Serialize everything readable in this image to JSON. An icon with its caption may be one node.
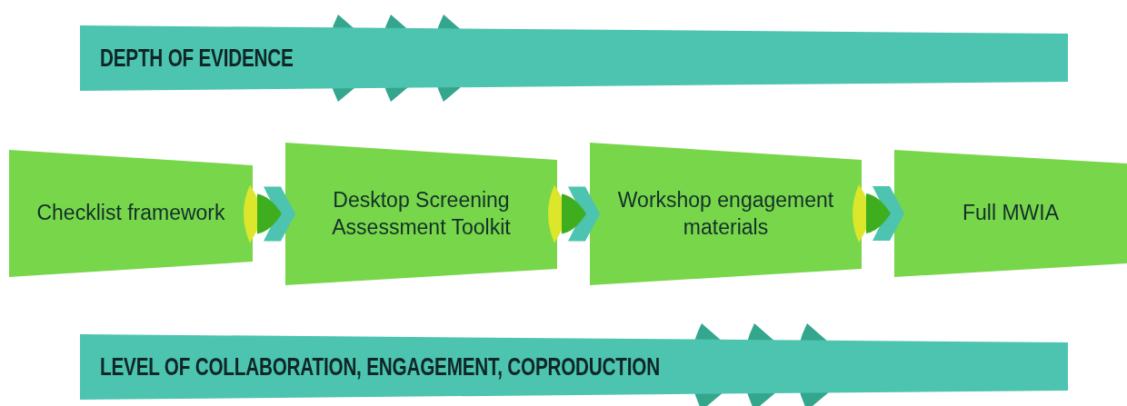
{
  "diagram": {
    "nodes": [
      {
        "text": [
          "DEPTH OF EVIDENCE"
        ]
      },
      {
        "text": [
          "Checklist framework"
        ]
      },
      {
        "text": [
          "Desktop Screening Assessment Toolkit"
        ]
      },
      {
        "text": [
          "Workshop engagement materials"
        ]
      },
      {
        "text": [
          "Full MWIA"
        ]
      },
      {
        "text": [
          "LEVEL OF COLLABORATION, ENGAGEMENT, COPRODUCTION"
        ]
      }
    ],
    "edges": [
      {
        "from": 1,
        "to": 2,
        "arrow": "to"
      },
      {
        "from": 2,
        "to": 3,
        "arrow": "to"
      },
      {
        "from": 3,
        "to": 4,
        "arrow": "to"
      }
    ]
  }
}
